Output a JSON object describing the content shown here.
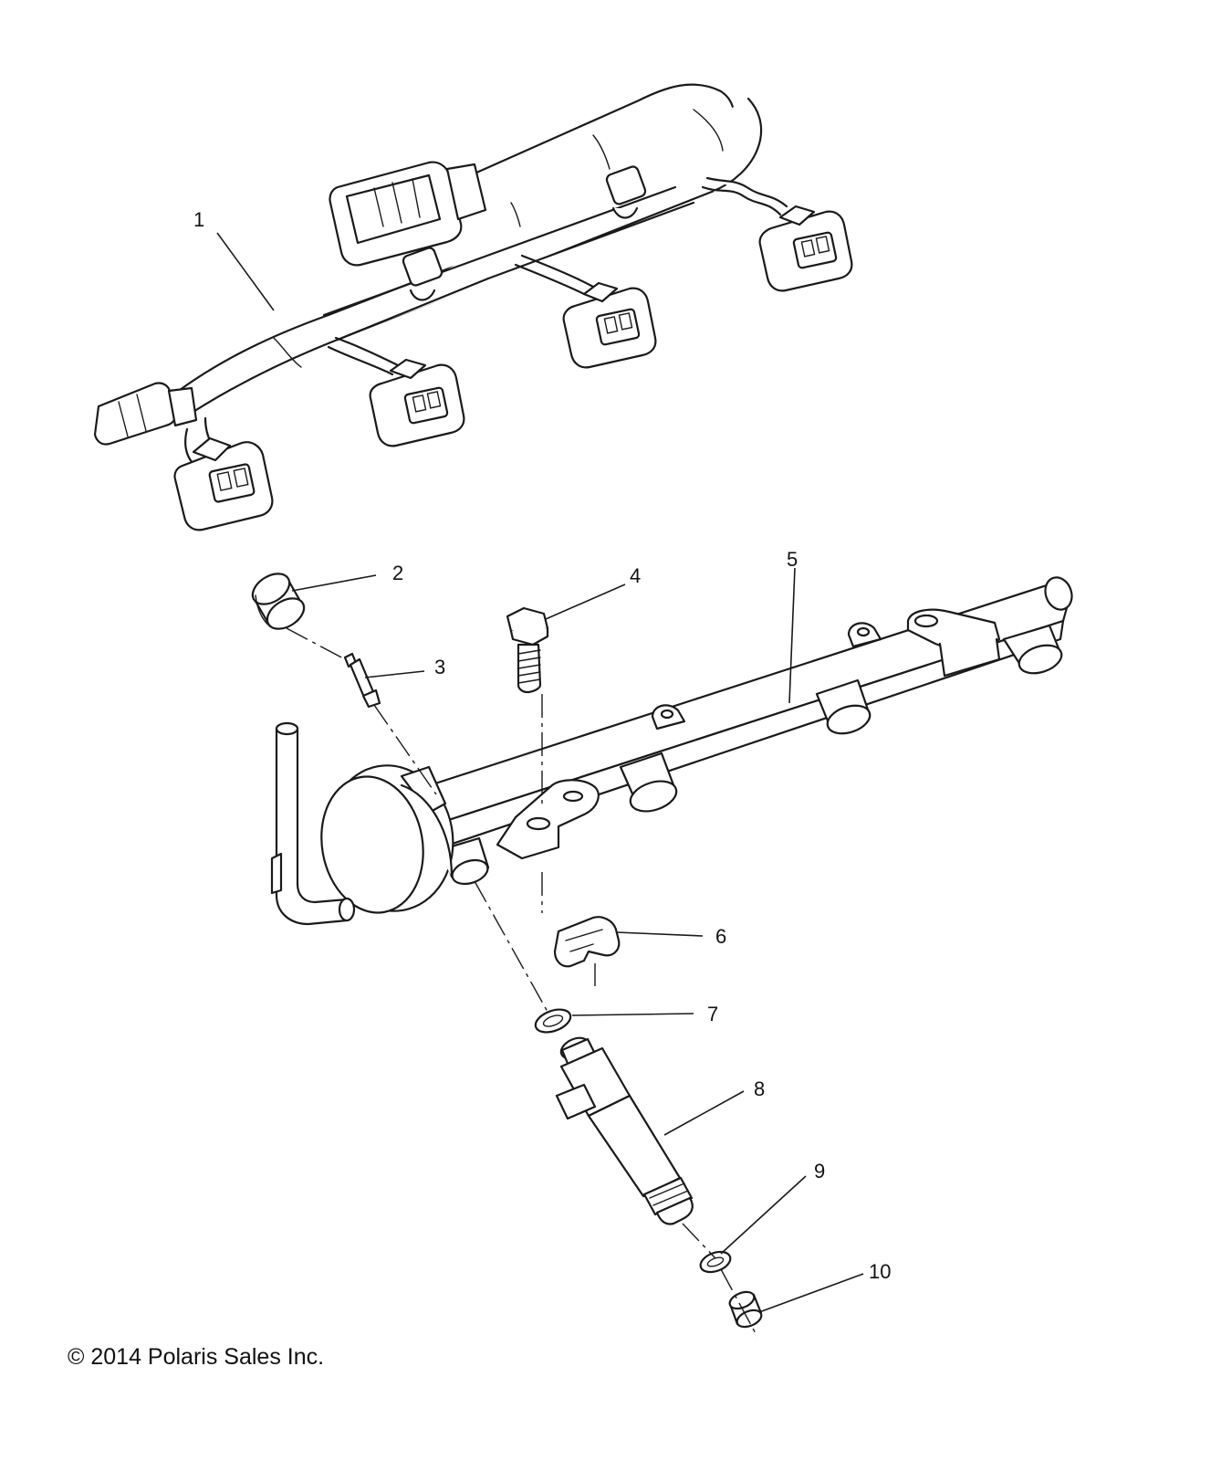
{
  "callouts": [
    {
      "id": "1",
      "label": "1"
    },
    {
      "id": "2",
      "label": "2"
    },
    {
      "id": "3",
      "label": "3"
    },
    {
      "id": "4",
      "label": "4"
    },
    {
      "id": "5",
      "label": "5"
    },
    {
      "id": "6",
      "label": "6"
    },
    {
      "id": "7",
      "label": "7"
    },
    {
      "id": "8",
      "label": "8"
    },
    {
      "id": "9",
      "label": "9"
    },
    {
      "id": "10",
      "label": "10"
    }
  ],
  "copyright": "© 2014 Polaris Sales Inc."
}
